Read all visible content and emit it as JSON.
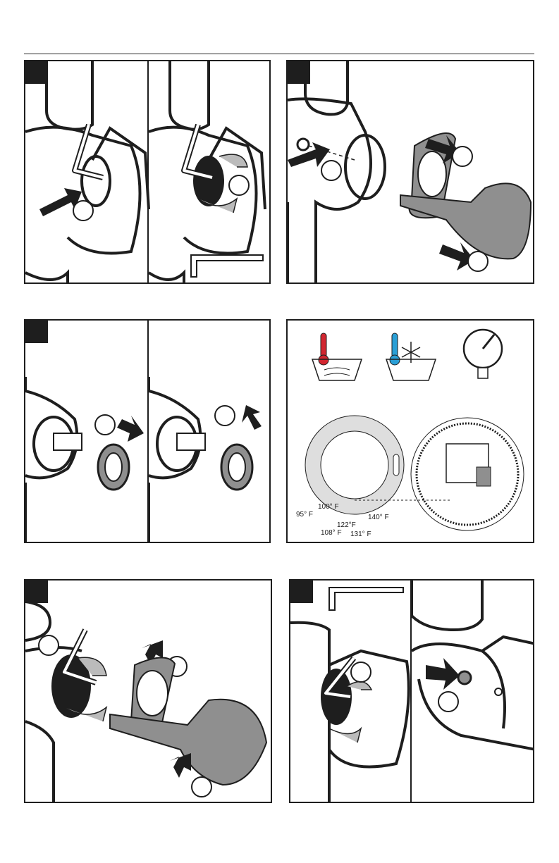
{
  "temperature_scale": {
    "labels": [
      "95° F",
      "100° F",
      "108° F",
      "122°F",
      "131° F",
      "140° F"
    ]
  },
  "icons": {
    "hot_water": "hot-water-thermometer-icon",
    "cold_water": "cold-water-snowflake-icon",
    "pressure": "pressure-gauge-icon",
    "hex_key": "hex-key-icon"
  },
  "colors": {
    "hot": "#d22630",
    "cold": "#2a9fd6",
    "part_gray": "#8f8f8f",
    "line": "#1e1e1e"
  }
}
